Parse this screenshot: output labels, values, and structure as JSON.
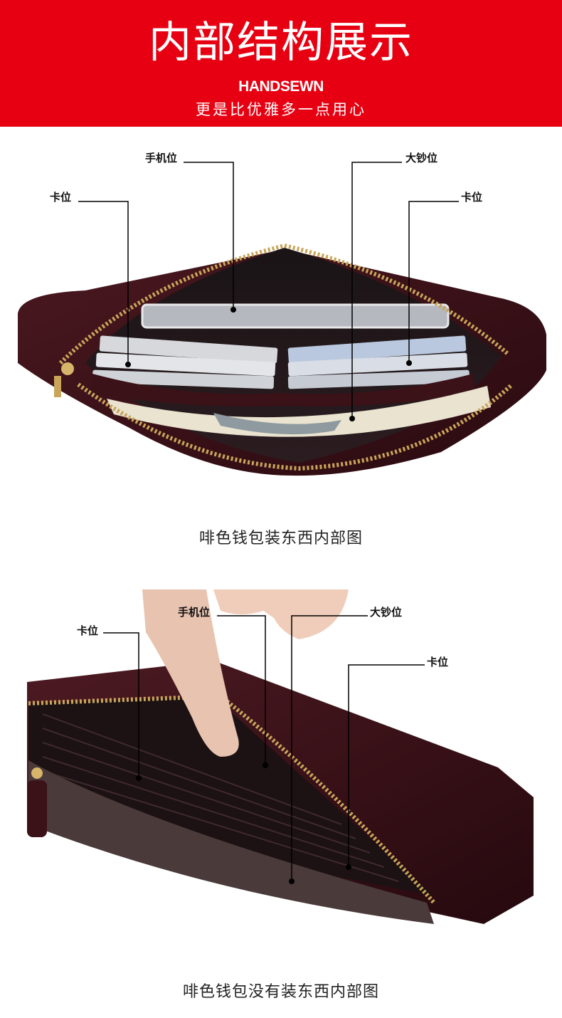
{
  "banner": {
    "title": "内部结构展示",
    "subtitle_en": "HANDSEWN",
    "subtitle_cn": "更是比优雅多一点用心",
    "color": "#e60012"
  },
  "section1": {
    "caption": "啡色钱包装东西内部图",
    "labels": {
      "phone": "手机位",
      "card_left": "卡位",
      "bill": "大钞位",
      "card_right": "卡位"
    }
  },
  "section2": {
    "caption": "啡色钱包没有装东西内部图",
    "labels": {
      "phone": "手机位",
      "card_left": "卡位",
      "bill": "大钞位",
      "card_right": "卡位"
    }
  },
  "colors": {
    "leather": "#3a1218",
    "zipper": "#c9a55a"
  }
}
